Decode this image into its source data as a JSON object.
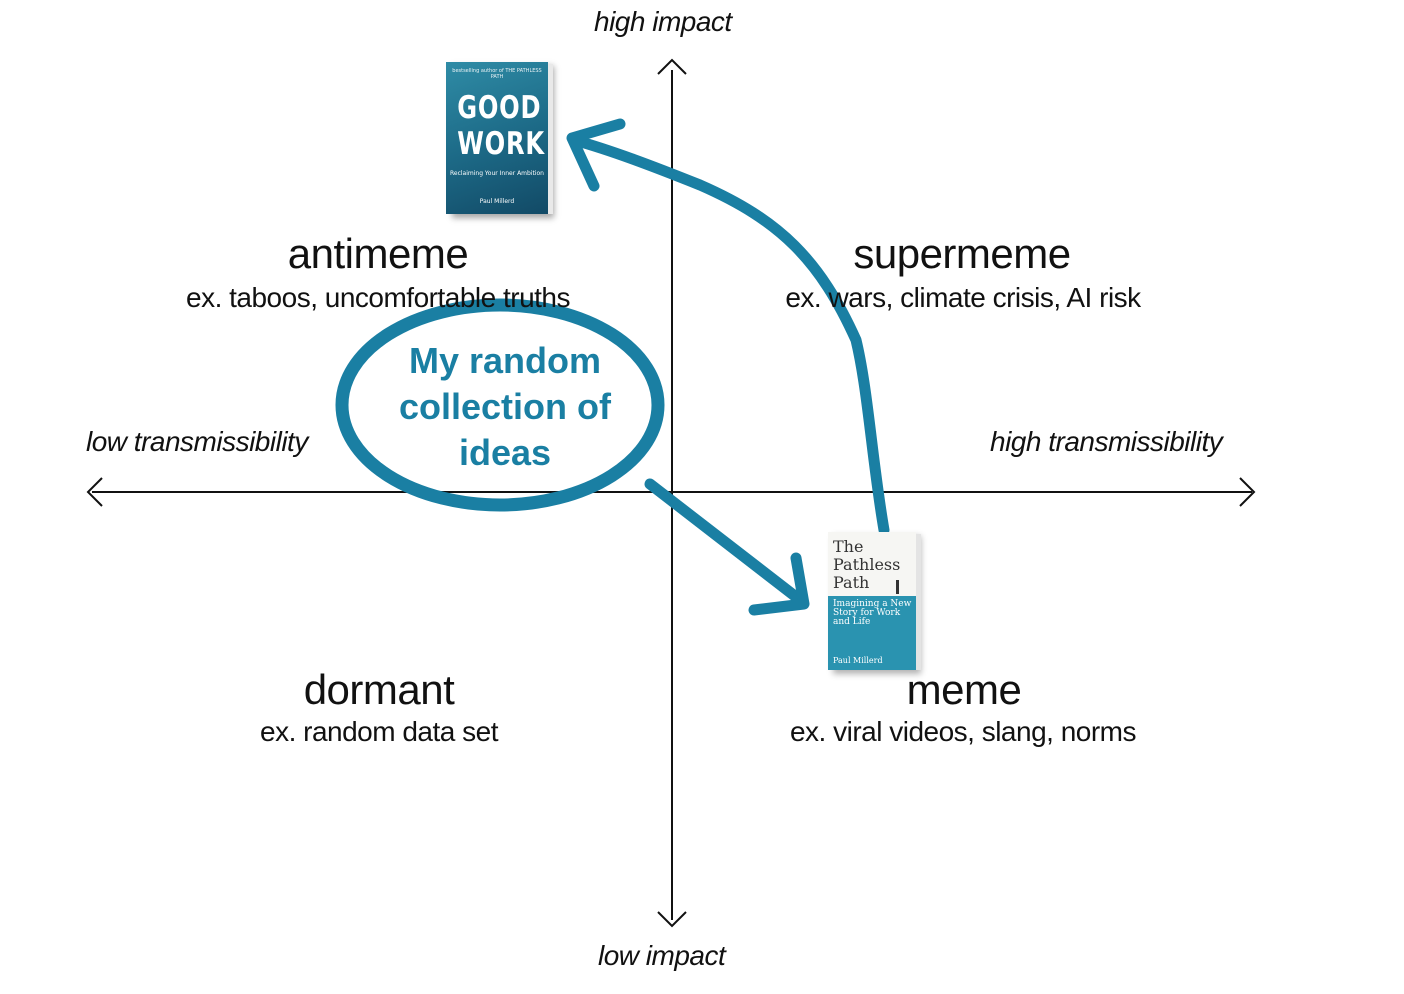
{
  "axes": {
    "top": "high impact",
    "bottom": "low impact",
    "left": "low transmissibility",
    "right": "high transmissibility"
  },
  "quadrants": {
    "top_left": {
      "title": "antimeme",
      "example": "ex. taboos, uncomfortable truths"
    },
    "top_right": {
      "title": "supermeme",
      "example": "ex. wars, climate crisis, AI risk"
    },
    "bottom_left": {
      "title": "dormant",
      "example": "ex. random data set"
    },
    "bottom_right": {
      "title": "meme",
      "example": "ex. viral videos, slang, norms"
    }
  },
  "annotation": {
    "bubble_text": "My random collection of ideas",
    "accent_color": "#1a7fa3"
  },
  "books": {
    "good_work": {
      "top_line": "bestselling author of THE PATHLESS PATH",
      "title": "GOOD WORK",
      "subtitle": "Reclaiming Your Inner Ambition",
      "author": "Paul Millerd"
    },
    "pathless_path": {
      "title": "The Pathless Path",
      "subtitle": "Imagining a New Story for Work and Life",
      "author": "Paul Millerd"
    }
  }
}
